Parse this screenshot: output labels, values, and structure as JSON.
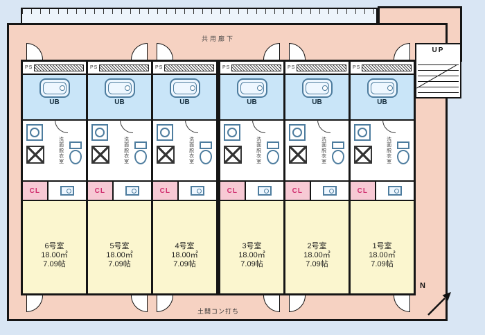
{
  "labels": {
    "corridor": "共用廊下",
    "ground": "土間コン打ち",
    "up": "UP",
    "north": "N",
    "ps": "PS",
    "ub": "UB",
    "washroom": "洗面脱衣室",
    "cl": "CL"
  },
  "colors": {
    "background": "#d9e6f4",
    "building_band": "#f6d2c2",
    "bath_room": "#c9e5f8",
    "main_room": "#fbf6cf",
    "closet": "#f7c9d4",
    "closet_text": "#cf2e6e",
    "walls": "#151515",
    "fixture_stroke": "#4d7c9e"
  },
  "units": [
    {
      "name": "6号室",
      "area": "18.00㎡",
      "size": "7.09帖"
    },
    {
      "name": "5号室",
      "area": "18.00㎡",
      "size": "7.09帖"
    },
    {
      "name": "4号室",
      "area": "18.00㎡",
      "size": "7.09帖"
    },
    {
      "name": "3号室",
      "area": "18.00㎡",
      "size": "7.09帖"
    },
    {
      "name": "2号室",
      "area": "18.00㎡",
      "size": "7.09帖"
    },
    {
      "name": "1号室",
      "area": "18.00㎡",
      "size": "7.09帖"
    }
  ]
}
